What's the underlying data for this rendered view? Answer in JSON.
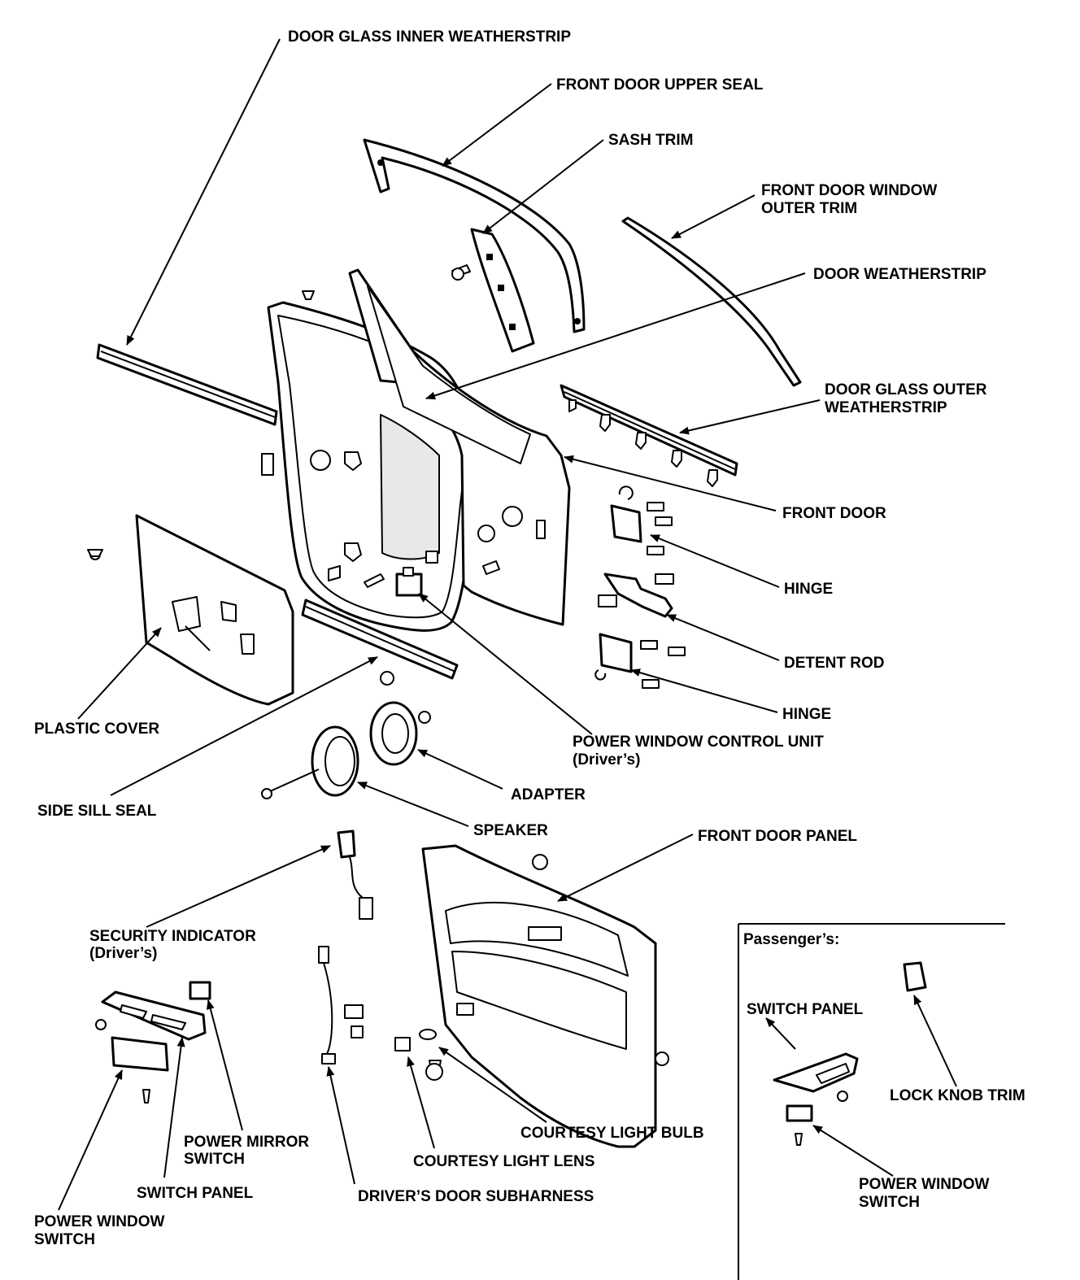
{
  "labels": {
    "door_glass_inner_weatherstrip": "DOOR GLASS INNER WEATHERSTRIP",
    "front_door_upper_seal": "FRONT DOOR UPPER SEAL",
    "sash_trim": "SASH TRIM",
    "front_door_window_outer_trim_1": "FRONT DOOR WINDOW",
    "front_door_window_outer_trim_2": "OUTER TRIM",
    "door_weatherstrip": "DOOR WEATHERSTRIP",
    "door_glass_outer_weatherstrip_1": "DOOR GLASS OUTER",
    "door_glass_outer_weatherstrip_2": "WEATHERSTRIP",
    "front_door": "FRONT DOOR",
    "hinge_upper": "HINGE",
    "detent_rod": "DETENT ROD",
    "hinge_lower": "HINGE",
    "plastic_cover": "PLASTIC COVER",
    "power_window_control_unit_1": "POWER WINDOW CONTROL UNIT",
    "power_window_control_unit_2": "(Driver’s)",
    "adapter": "ADAPTER",
    "side_sill_seal": "SIDE SILL SEAL",
    "speaker": "SPEAKER",
    "front_door_panel": "FRONT DOOR PANEL",
    "security_indicator_1": "SECURITY INDICATOR",
    "security_indicator_2": "(Driver’s)",
    "passengers_heading": "Passenger’s:",
    "switch_panel_passenger": "SWITCH PANEL",
    "lock_knob_trim": "LOCK KNOB TRIM",
    "power_mirror_switch_1": "POWER MIRROR",
    "power_mirror_switch_2": "SWITCH",
    "courtesy_light_bulb": "COURTESY LIGHT BULB",
    "courtesy_light_lens": "COURTESY LIGHT LENS",
    "switch_panel_driver": "SWITCH PANEL",
    "drivers_door_subharness": "DRIVER’S DOOR SUBHARNESS",
    "power_window_switch_passenger_1": "POWER WINDOW",
    "power_window_switch_passenger_2": "SWITCH",
    "power_window_switch_driver_1": "POWER WINDOW",
    "power_window_switch_driver_2": "SWITCH"
  }
}
